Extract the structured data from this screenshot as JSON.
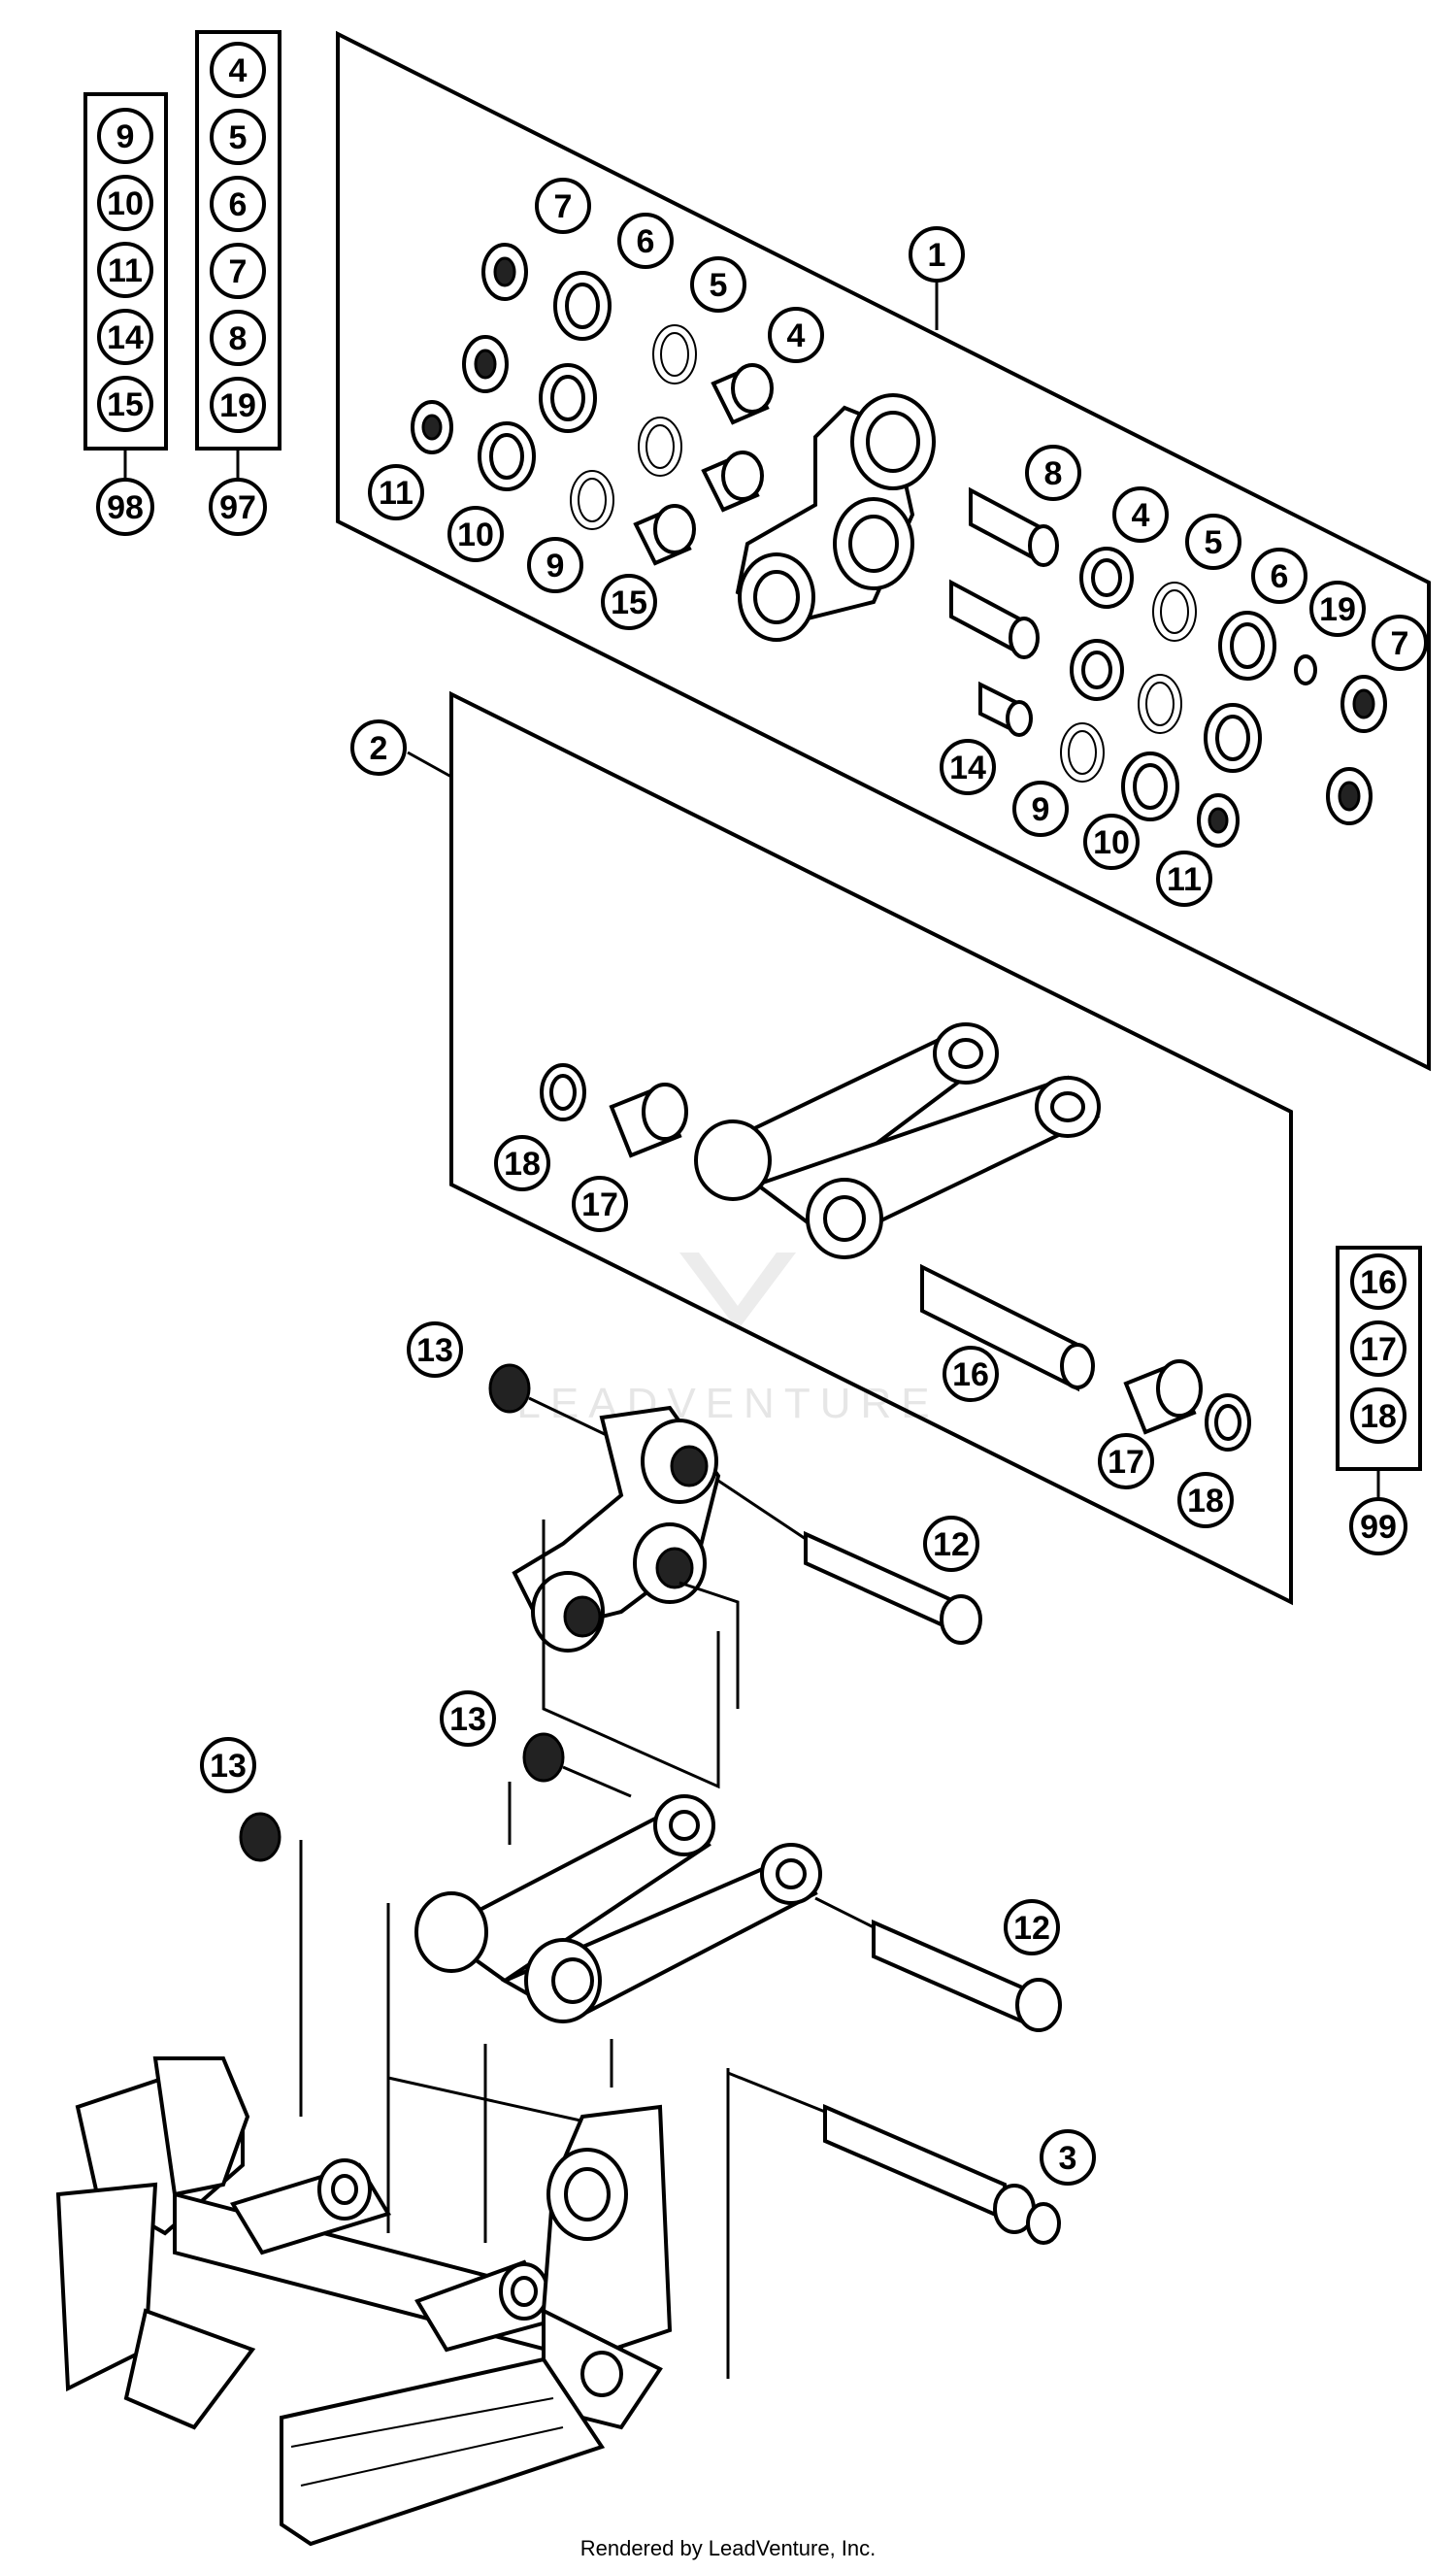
{
  "callouts": [
    {
      "id": "c1",
      "label": "1"
    },
    {
      "id": "c2",
      "label": "2"
    },
    {
      "id": "c3",
      "label": "3"
    },
    {
      "id": "c12a",
      "label": "12"
    },
    {
      "id": "c12b",
      "label": "12"
    },
    {
      "id": "c13a",
      "label": "13"
    },
    {
      "id": "c13b",
      "label": "13"
    },
    {
      "id": "c13c",
      "label": "13"
    },
    {
      "id": "k1_7a",
      "label": "7"
    },
    {
      "id": "k1_6a",
      "label": "6"
    },
    {
      "id": "k1_5a",
      "label": "5"
    },
    {
      "id": "k1_4a",
      "label": "4"
    },
    {
      "id": "k1_11a",
      "label": "11"
    },
    {
      "id": "k1_10a",
      "label": "10"
    },
    {
      "id": "k1_9a",
      "label": "9"
    },
    {
      "id": "k1_15",
      "label": "15"
    },
    {
      "id": "k1_8",
      "label": "8"
    },
    {
      "id": "k1_4b",
      "label": "4"
    },
    {
      "id": "k1_5b",
      "label": "5"
    },
    {
      "id": "k1_6b",
      "label": "6"
    },
    {
      "id": "k1_19",
      "label": "19"
    },
    {
      "id": "k1_7b",
      "label": "7"
    },
    {
      "id": "k1_14",
      "label": "14"
    },
    {
      "id": "k1_9b",
      "label": "9"
    },
    {
      "id": "k1_10b",
      "label": "10"
    },
    {
      "id": "k1_11b",
      "label": "11"
    },
    {
      "id": "k2_18a",
      "label": "18"
    },
    {
      "id": "k2_17a",
      "label": "17"
    },
    {
      "id": "k2_16",
      "label": "16"
    },
    {
      "id": "k2_17b",
      "label": "17"
    },
    {
      "id": "k2_18b",
      "label": "18"
    }
  ],
  "kits": [
    {
      "id": "kit98",
      "items": [
        "9",
        "10",
        "11",
        "14",
        "15"
      ],
      "label": "98"
    },
    {
      "id": "kit97",
      "items": [
        "4",
        "5",
        "6",
        "7",
        "8",
        "19"
      ],
      "label": "97"
    },
    {
      "id": "kit99",
      "items": [
        "16",
        "17",
        "18"
      ],
      "label": "99"
    }
  ],
  "watermark": "LEADVENTURE",
  "footer": "Rendered by LeadVenture, Inc."
}
